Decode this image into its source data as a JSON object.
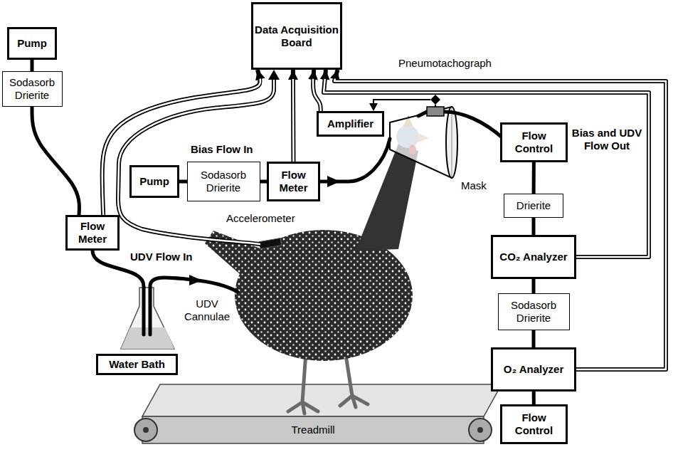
{
  "diagram": {
    "nodes": [
      {
        "text": [
          "Data Acquisition Board"
        ]
      },
      {
        "text": [
          "Pump"
        ]
      },
      {
        "text": [
          "Sodasorb Drierite"
        ]
      },
      {
        "text": [
          "Flow Meter"
        ]
      },
      {
        "text": [
          "Pump"
        ]
      },
      {
        "text": [
          "Sodasorb Drierite"
        ]
      },
      {
        "text": [
          "Flow Meter"
        ]
      },
      {
        "text": [
          "Amplifier"
        ]
      },
      {
        "text": [
          "Flow Control"
        ]
      },
      {
        "text": [
          "Drierite"
        ]
      },
      {
        "text": [
          "CO₂ Analyzer"
        ]
      },
      {
        "text": [
          "Sodasorb Drierite"
        ]
      },
      {
        "text": [
          "O₂ Analyzer"
        ]
      },
      {
        "text": [
          "Flow Control"
        ]
      },
      {
        "text": [
          "Water Bath"
        ]
      }
    ],
    "edges": [
      {
        "from": 1,
        "to": 2,
        "arrow": "none"
      },
      {
        "from": 2,
        "to": 3,
        "arrow": "none"
      },
      {
        "from": 3,
        "to": 0,
        "arrow": "to"
      },
      {
        "from": 4,
        "to": 5,
        "arrow": "none"
      },
      {
        "from": 5,
        "to": 6,
        "arrow": "none"
      },
      {
        "from": 6,
        "to": 0,
        "arrow": "to"
      },
      {
        "from": 7,
        "to": 0,
        "arrow": "to"
      },
      {
        "from": 8,
        "to": 9,
        "arrow": "none"
      },
      {
        "from": 9,
        "to": 10,
        "arrow": "none"
      },
      {
        "from": 10,
        "to": 11,
        "arrow": "none"
      },
      {
        "from": 11,
        "to": 12,
        "arrow": "none"
      },
      {
        "from": 12,
        "to": 13,
        "arrow": "none"
      },
      {
        "from": 10,
        "to": 0,
        "arrow": "to"
      },
      {
        "from": 12,
        "to": 0,
        "arrow": "to"
      }
    ],
    "labels": [
      "Bias Flow In",
      "Bias and UDV Flow Out",
      "Pneumotachograph",
      "Mask",
      "Accelerometer",
      "UDV Flow In",
      "UDV Cannulae",
      "Treadmill"
    ]
  }
}
